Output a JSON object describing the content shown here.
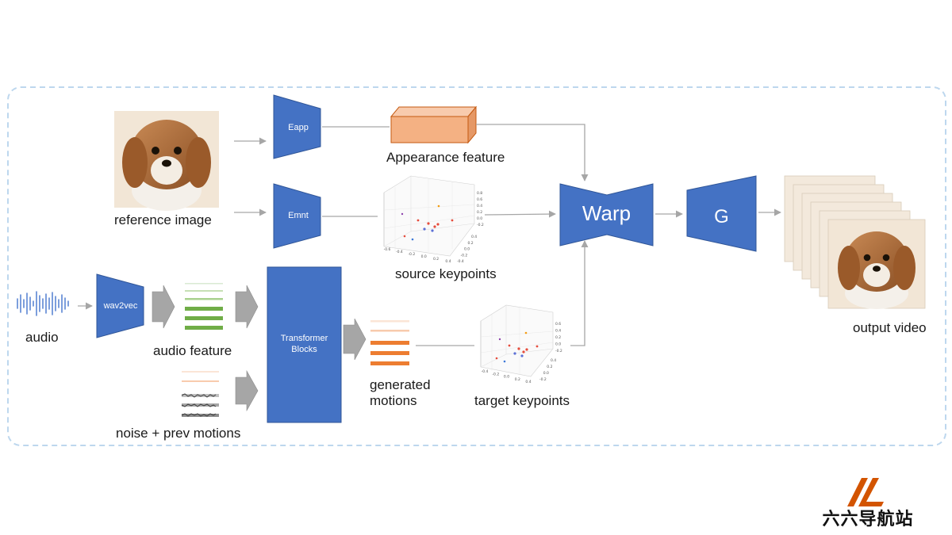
{
  "labels": {
    "reference_image": "reference image",
    "appearance_feature": "Appearance feature",
    "source_keypoints": "source keypoints",
    "audio": "audio",
    "audio_feature": "audio feature",
    "noise_prev_motions": "noise + prev motions",
    "generated_motions": "generated\nmotions",
    "target_keypoints": "target keypoints",
    "output_video": "output video"
  },
  "blocks": {
    "eapp": "Eapp",
    "emnt": "Emnt",
    "wav2vec": "wav2vec",
    "transformer": "Transformer\nBlocks",
    "warp": "Warp",
    "g": "G"
  },
  "source_plot_ticks": {
    "z": [
      "0.8",
      "0.6",
      "0.4",
      "0.2",
      "0.0",
      "-0.2"
    ],
    "y": [
      "0.4",
      "0.2",
      "0.0",
      "-0.2",
      "-0.4"
    ],
    "x": [
      "-0.6",
      "-0.4",
      "-0.2",
      "0.0",
      "0.2",
      "0.4"
    ]
  },
  "target_plot_ticks": {
    "z": [
      "0.6",
      "0.4",
      "0.2",
      "0.0",
      "-0.2"
    ],
    "y": [
      "0.4",
      "0.2",
      "0.0",
      "-0.2"
    ],
    "x": [
      "-0.4",
      "-0.2",
      "0.0",
      "0.2",
      "0.4"
    ]
  },
  "watermark": "六六导航站",
  "colors": {
    "block_blue": "#4472c4",
    "feature_orange": "#f4b183",
    "audio_green": "#70ad47",
    "motion_orange": "#ed7d31",
    "frame_dash": "#bdd7ee",
    "arrow_gray": "#a6a6a6",
    "watermark_orange": "#d35400"
  }
}
